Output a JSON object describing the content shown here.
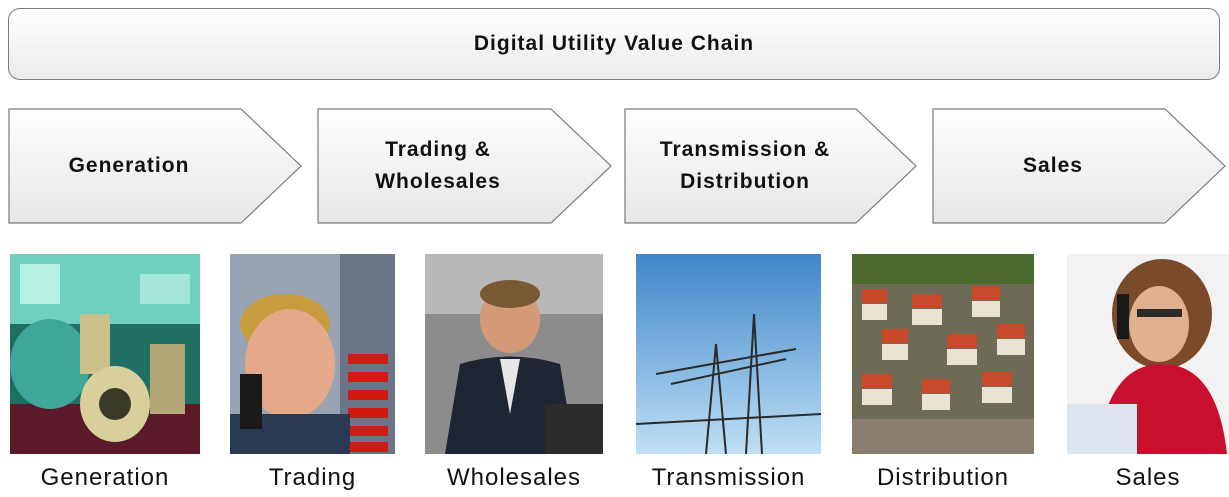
{
  "title": "Digital Utility Value Chain",
  "stages": [
    {
      "lines": [
        "Generation"
      ]
    },
    {
      "lines": [
        "Trading &",
        "Wholesales"
      ]
    },
    {
      "lines": [
        "Transmission &",
        "Distribution"
      ]
    },
    {
      "lines": [
        "Sales"
      ]
    }
  ],
  "photos": [
    {
      "caption": "Generation",
      "icon": "turbine-hall-photo"
    },
    {
      "caption": "Trading",
      "icon": "trader-on-phone-photo"
    },
    {
      "caption": "Wholesales",
      "icon": "businessman-at-desk-photo"
    },
    {
      "caption": "Transmission",
      "icon": "power-pylon-photo"
    },
    {
      "caption": "Distribution",
      "icon": "hillside-town-photo"
    },
    {
      "caption": "Sales",
      "icon": "woman-on-phone-photo"
    }
  ],
  "colors": {
    "chevron_fill_top": "#ffffff",
    "chevron_fill_bottom": "#e6e6e6",
    "border": "#7a7a7a"
  }
}
